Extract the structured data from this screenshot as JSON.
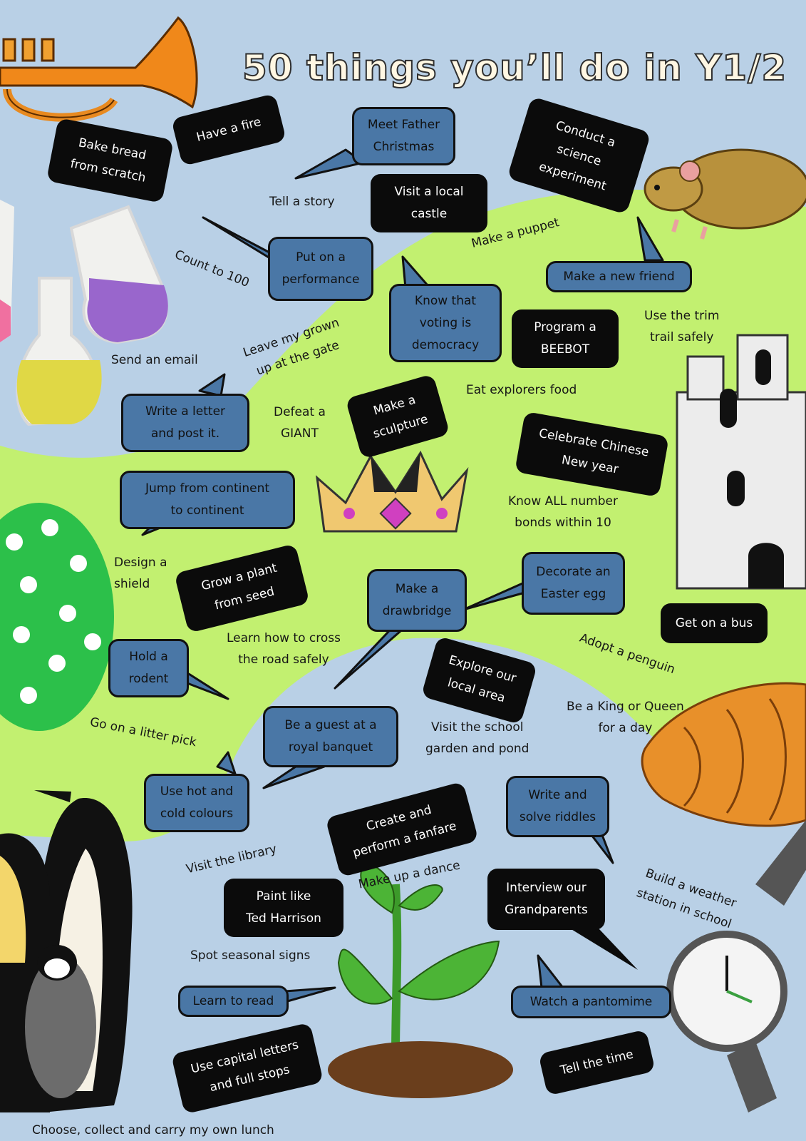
{
  "title": "50 things you’ll do in Y1/2",
  "colors": {
    "sky": "#b9d0e6",
    "grass": "#c2f070",
    "black_bubble": "#0b0b0b",
    "blue_bubble": "#4a77a6"
  },
  "icons": [
    "trumpet-icon",
    "flask-icon",
    "rodent-icon",
    "castle-icon",
    "crown-icon",
    "egg-icon",
    "bread-icon",
    "penguin-icon",
    "plant-icon",
    "watch-icon"
  ],
  "items": {
    "have_fire": "Have a fire",
    "bake_bread": "Bake bread\nfrom scratch",
    "meet_father_christmas": "Meet Father\nChristmas",
    "conduct_science": "Conduct a\nscience\nexperiment",
    "tell_story": "Tell a story",
    "visit_castle": "Visit a local\ncastle",
    "make_puppet": "Make a puppet",
    "count_100": "Count to 100",
    "put_performance": "Put on a\nperformance",
    "make_friend": "Make a new friend",
    "know_voting": "Know that\nvoting is\ndemocracy",
    "program_beebot": "Program a\nBEEBOT",
    "use_trim": "Use the trim\ntrail safely",
    "leave_grownup": "Leave my grown\nup at the gate",
    "send_email": "Send an email",
    "eat_explorers": "Eat explorers food",
    "write_letter": "Write a letter\nand post it.",
    "defeat_giant": "Defeat a\nGIANT",
    "make_sculpture": "Make a\nsculpture",
    "celebrate_chinese": "Celebrate Chinese\nNew year",
    "jump_continent": "Jump from  continent\nto continent",
    "know_bonds": "Know ALL number\nbonds within 10",
    "design_shield": "Design a\nshield",
    "grow_plant": "Grow a plant\nfrom seed",
    "make_drawbridge": "Make a\ndrawbridge",
    "decorate_egg": "Decorate an\nEaster egg",
    "get_bus": "Get on a bus",
    "hold_rodent": "Hold a\nrodent",
    "cross_road": "Learn how to cross\nthe road safely",
    "explore_area": "Explore our\nlocal area",
    "adopt_penguin": "Adopt a penguin",
    "king_queen": "Be a King or Queen\nfor a day",
    "litter_pick": "Go on a litter pick",
    "royal_banquet": "Be a guest at a\nroyal banquet",
    "school_garden": "Visit the school\ngarden and pond",
    "hot_cold": "Use hot and\ncold colours",
    "write_riddles": "Write and\nsolve riddles",
    "fanfare": "Create and\nperform a fanfare",
    "visit_library": "Visit the library",
    "weather_station": "Build a weather\nstation in school",
    "make_dance": "Make up a dance",
    "paint_harrison": "Paint like\nTed Harrison",
    "interview_grandparents": "Interview our\nGrandparents",
    "seasonal_signs": "Spot seasonal signs",
    "learn_read": "Learn to read",
    "pantomime": "Watch a  pantomime",
    "capital_letters": "Use capital letters\nand full stops",
    "tell_time": "Tell the time",
    "own_lunch": "Choose, collect and carry my own lunch"
  }
}
